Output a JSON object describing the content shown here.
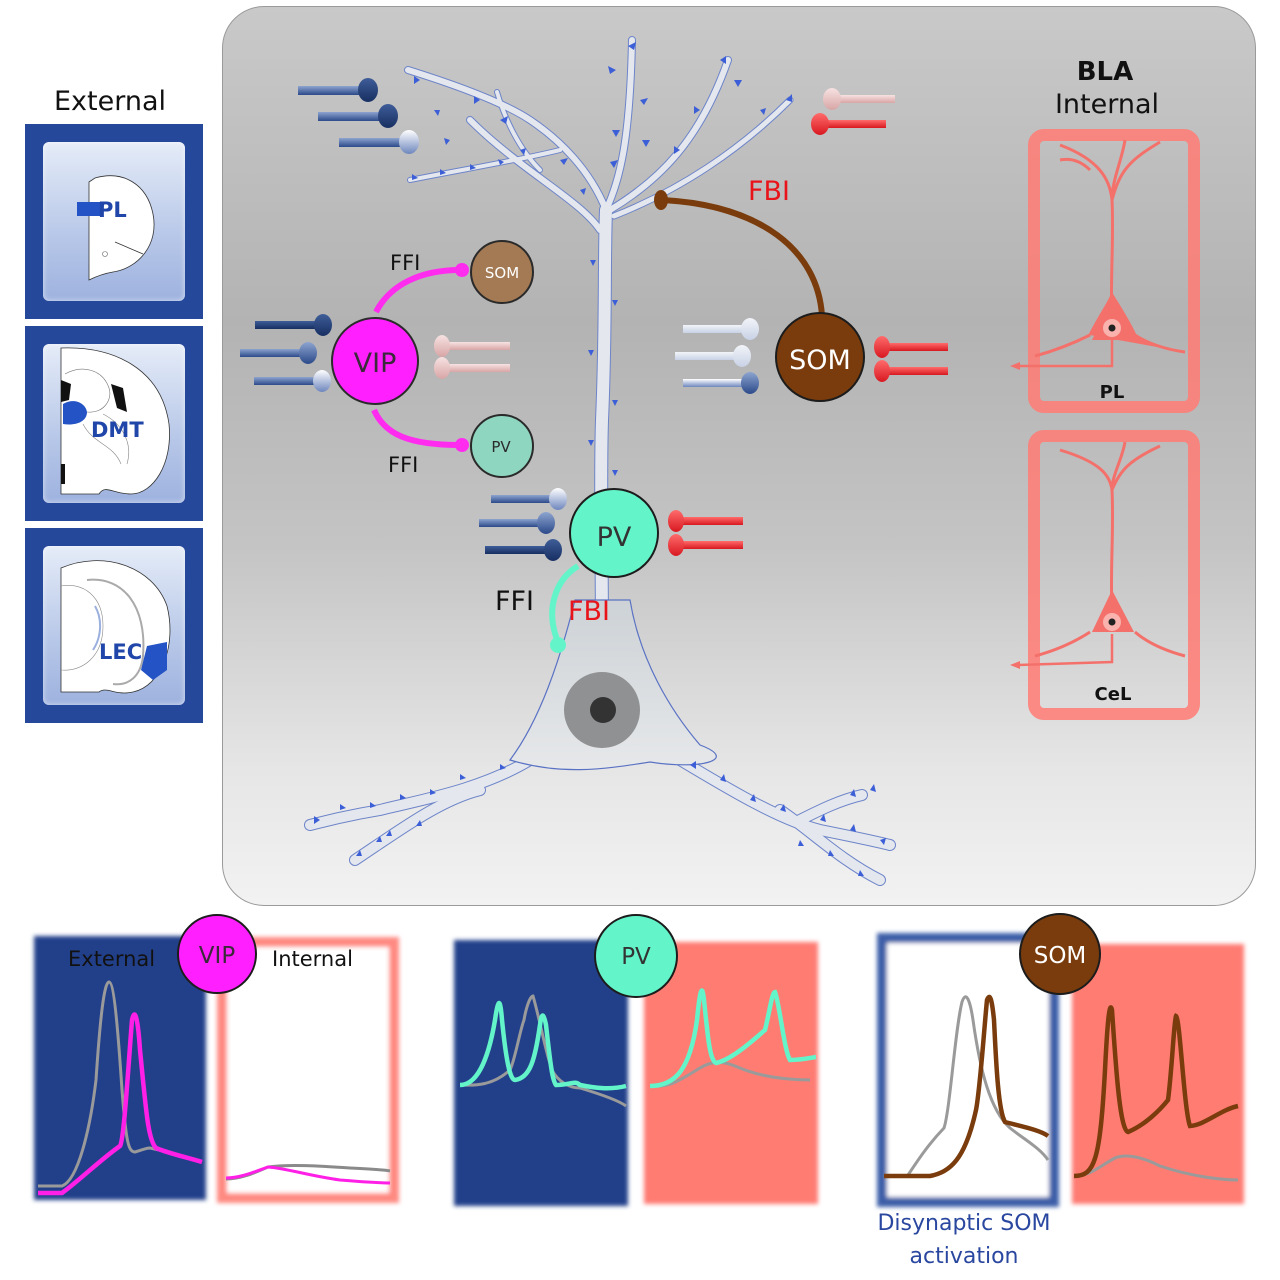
{
  "left_panel": {
    "title": "External",
    "regions": [
      {
        "label": "PL"
      },
      {
        "label": "DMT"
      },
      {
        "label": "LEC"
      }
    ]
  },
  "right_panel": {
    "title": "BLA",
    "subtitle": "Internal",
    "projection_cells": [
      {
        "label": "PL"
      },
      {
        "label": "CeL"
      }
    ]
  },
  "circuit": {
    "cells": {
      "vip": "VIP",
      "som_small": "SOM",
      "pv_small": "PV",
      "pv_main": "PV",
      "som_main": "SOM"
    },
    "labels": {
      "ffi_top": "FFI",
      "ffi_bottom": "FFI",
      "ffi_pv": "FFI",
      "fbi_pv": "FBI",
      "fbi_som": "FBI"
    }
  },
  "colors": {
    "external_blue": "#26489a",
    "internal_red": "#ff7b73",
    "vip": "#ff1fff",
    "pv": "#63f5c9",
    "som": "#7a3c0c",
    "fbi_text": "#e8141a",
    "control_trace": "#9a9a9a"
  },
  "traces": {
    "vip": {
      "cell_label": "VIP",
      "external_label": "External",
      "internal_label": "Internal"
    },
    "pv": {
      "cell_label": "PV"
    },
    "som": {
      "cell_label": "SOM",
      "caption_line1": "Disynaptic SOM",
      "caption_line2": "activation"
    }
  }
}
